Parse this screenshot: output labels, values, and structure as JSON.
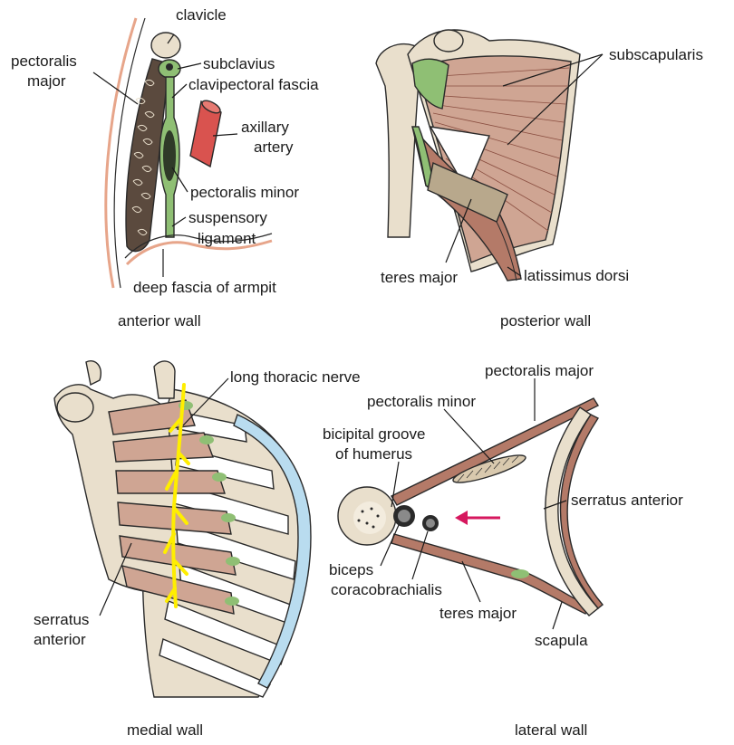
{
  "colors": {
    "bone": "#e9dfcc",
    "muscle": "#cfa593",
    "muscle_dark": "#b47a68",
    "fascia_green": "#8fbf74",
    "artery_red": "#d9534f",
    "nerve_yellow": "#ffee00",
    "cartilage_blue": "#b9dcef",
    "arrow_magenta": "#d6175e"
  },
  "panels": {
    "anterior": {
      "caption": "anterior wall",
      "labels": {
        "clavicle": "clavicle",
        "pectoralis_major_1": "pectoralis",
        "pectoralis_major_2": "major",
        "subclavius": "subclavius",
        "clavipectoral_fascia": "clavipectoral fascia",
        "axillary_artery_1": "axillary",
        "axillary_artery_2": "artery",
        "pectoralis_minor": "pectoralis minor",
        "suspensory_ligament_1": "suspensory",
        "suspensory_ligament_2": "ligament",
        "deep_fascia": "deep fascia of armpit"
      }
    },
    "posterior": {
      "caption": "posterior wall",
      "labels": {
        "subscapularis": "subscapularis",
        "teres_major": "teres major",
        "latissimus_dorsi": "latissimus dorsi"
      }
    },
    "medial": {
      "caption": "medial wall",
      "labels": {
        "long_thoracic_nerve": "long thoracic nerve",
        "serratus_anterior_1": "serratus",
        "serratus_anterior_2": "anterior"
      }
    },
    "lateral": {
      "caption": "lateral wall",
      "labels": {
        "pectoralis_major": "pectoralis major",
        "pectoralis_minor": "pectoralis minor",
        "bicipital_groove_1": "bicipital groove",
        "bicipital_groove_2": "of humerus",
        "serratus_anterior": "serratus anterior",
        "biceps": "biceps",
        "coracobrachialis": "coracobrachialis",
        "teres_major": "teres major",
        "scapula": "scapula"
      }
    }
  }
}
